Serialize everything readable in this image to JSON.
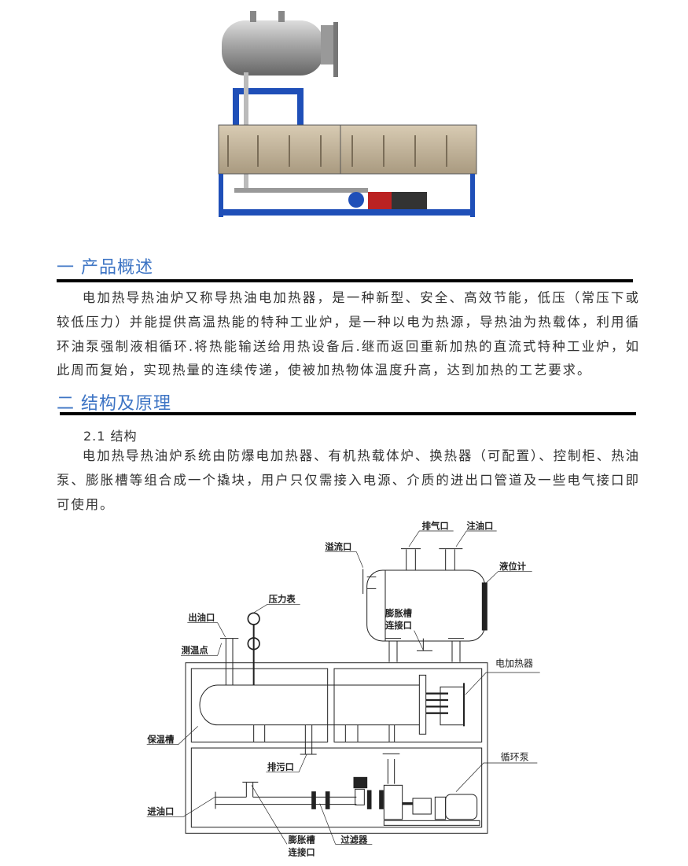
{
  "section1": {
    "heading": "一  产品概述",
    "paragraph": "电加热导热油炉又称导热油电加热器，是一种新型、安全、高效节能，低压（常压下或较低压力）并能提供高温热能的特种工业炉，是一种以电为热源，导热油为热载体，利用循环油泵强制液相循环.将热能输送给用热设备后.继而返回重新加热的直流式特种工业炉，如此周而复始，实现热量的连续传递，使被加热物体温度升高，达到加热的工艺要求。"
  },
  "section2": {
    "heading": "二  结构及原理",
    "subheading": "2.1 结构",
    "paragraph": "电加热导热油炉系统由防爆电加热器、有机热载体炉、换热器（可配置）、控制柜、热油泵、膨胀槽等组合成一个撬块，用户只仅需接入电源、介质的进出口管道及一些电气接口即可使用。"
  },
  "diagram": {
    "labels": {
      "exhaust": "排气口",
      "oil_fill": "注油口",
      "overflow": "溢流口",
      "level_gauge": "液位计",
      "pressure_gauge": "压力表",
      "oil_outlet": "出油口",
      "temp_point": "测温点",
      "expansion_conn_top_1": "膨胀槽",
      "expansion_conn_top_2": "连接口",
      "electric_heater": "电加热器",
      "insulation": "保温槽",
      "drain": "排污口",
      "pump": "循环泵",
      "oil_inlet": "进油口",
      "expansion_conn_bottom_1": "膨胀槽",
      "expansion_conn_bottom_2": "连接口",
      "filter": "过滤器"
    }
  },
  "colors": {
    "heading": "#3d74c4",
    "frame_blue": "#1f4fb8",
    "cabinet": "#c9b89a"
  }
}
